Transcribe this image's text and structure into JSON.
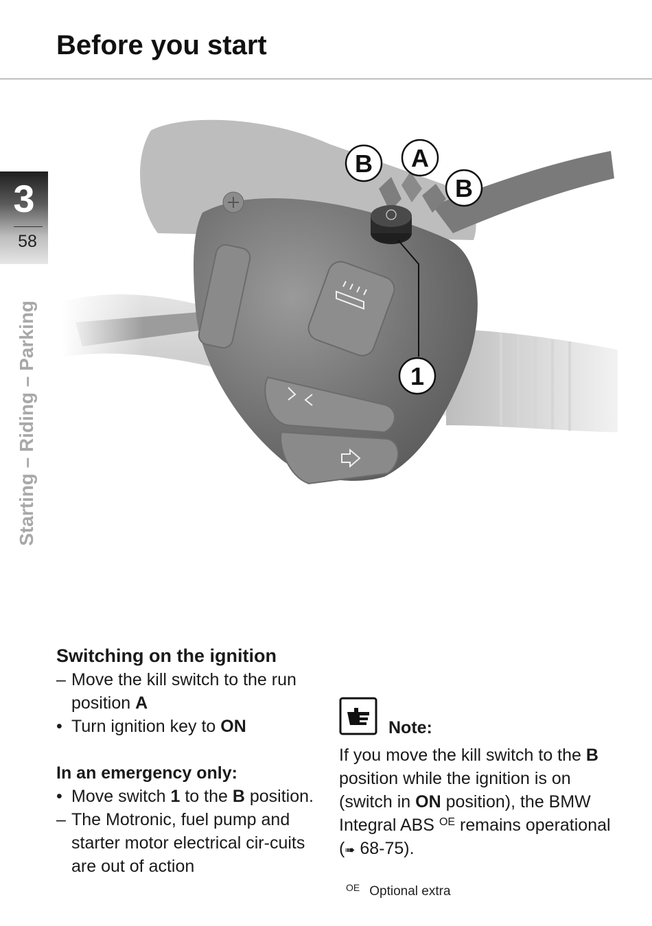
{
  "header": {
    "title": "Before you start"
  },
  "chapter": {
    "number": "3",
    "page": "58",
    "side_title": "Starting – Riding – Parking"
  },
  "illustration": {
    "callouts": [
      "B",
      "A",
      "B",
      "1"
    ],
    "icons": [
      "kill-switch-knob",
      "heated-grip-button-icon",
      "hazard-warning-icon",
      "turn-signal-arrow-icon"
    ]
  },
  "content": {
    "switching": {
      "heading": "Switching on the ignition",
      "items": [
        {
          "marker": "–",
          "parts": [
            "Move the kill switch to the run position ",
            "A"
          ]
        },
        {
          "marker": "•",
          "parts": [
            "Turn ignition key to ",
            "ON"
          ]
        }
      ]
    },
    "emergency": {
      "heading": "In an emergency only:",
      "items": [
        {
          "marker": "•",
          "parts": [
            "Move switch ",
            "1",
            " to the ",
            "B",
            " position."
          ]
        },
        {
          "marker": "–",
          "parts": [
            "The Motronic, fuel pump and starter motor electrical cir-cuits are out of action"
          ]
        }
      ]
    },
    "note": {
      "label": "Note:",
      "parts": [
        "If you move the kill switch to the ",
        "B",
        " position while the ignition is on (switch in ",
        "ON",
        " position), the BMW Integral ABS ",
        "OE",
        " remains operational (",
        "➠",
        " 68-75)."
      ]
    },
    "footnote": {
      "mark": "OE",
      "text": "Optional extra"
    }
  }
}
